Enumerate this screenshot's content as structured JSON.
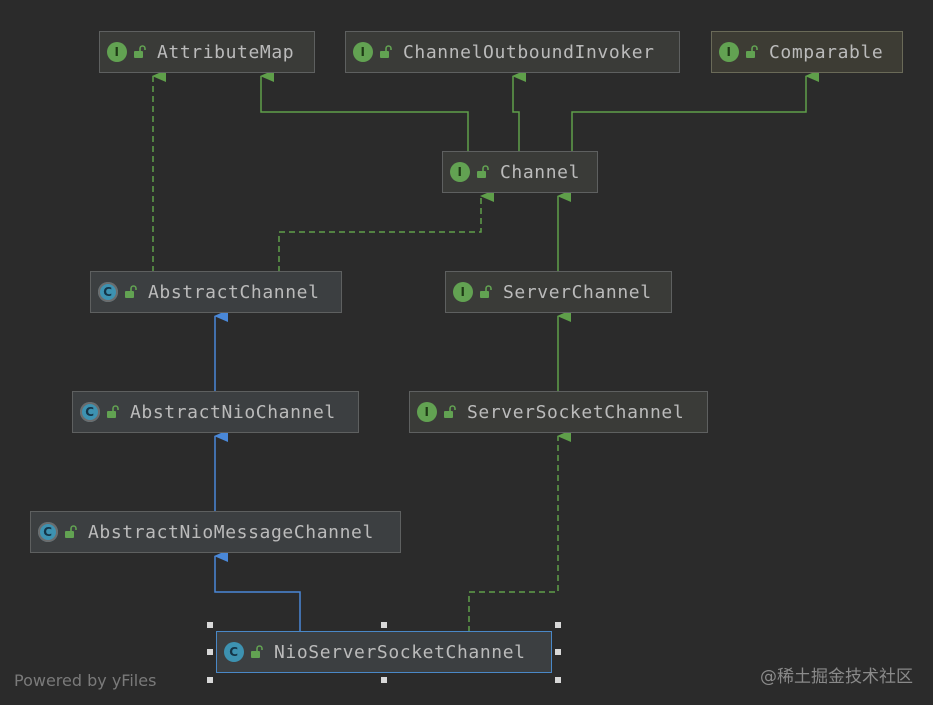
{
  "nodes": {
    "attribute_map": {
      "label": "AttributeMap",
      "kind": "interface"
    },
    "channel_outbound_invoker": {
      "label": "ChannelOutboundInvoker",
      "kind": "interface"
    },
    "comparable": {
      "label": "Comparable",
      "kind": "interface"
    },
    "channel": {
      "label": "Channel",
      "kind": "interface"
    },
    "abstract_channel": {
      "label": "AbstractChannel",
      "kind": "abstract-class"
    },
    "server_channel": {
      "label": "ServerChannel",
      "kind": "interface"
    },
    "abstract_nio_channel": {
      "label": "AbstractNioChannel",
      "kind": "abstract-class"
    },
    "server_socket_channel": {
      "label": "ServerSocketChannel",
      "kind": "interface"
    },
    "abstract_nio_message_channel": {
      "label": "AbstractNioMessageChannel",
      "kind": "abstract-class"
    },
    "nio_server_socket_channel": {
      "label": "NioServerSocketChannel",
      "kind": "class",
      "selected": true
    }
  },
  "icons": {
    "interface_badge": "I",
    "class_badge": "C",
    "visibility": "unlocked-lock-icon"
  },
  "edges": [
    {
      "from": "channel",
      "to": "attribute_map",
      "type": "extends"
    },
    {
      "from": "channel",
      "to": "channel_outbound_invoker",
      "type": "extends"
    },
    {
      "from": "channel",
      "to": "comparable",
      "type": "extends"
    },
    {
      "from": "abstract_channel",
      "to": "attribute_map",
      "type": "implements"
    },
    {
      "from": "abstract_channel",
      "to": "channel",
      "type": "implements"
    },
    {
      "from": "server_channel",
      "to": "channel",
      "type": "extends"
    },
    {
      "from": "abstract_nio_channel",
      "to": "abstract_channel",
      "type": "class-extends"
    },
    {
      "from": "server_socket_channel",
      "to": "server_channel",
      "type": "extends"
    },
    {
      "from": "abstract_nio_message_channel",
      "to": "abstract_nio_channel",
      "type": "class-extends"
    },
    {
      "from": "nio_server_socket_channel",
      "to": "abstract_nio_message_channel",
      "type": "class-extends"
    },
    {
      "from": "nio_server_socket_channel",
      "to": "server_socket_channel",
      "type": "implements"
    }
  ],
  "colors": {
    "background": "#2b2b2b",
    "interface_edge": "#5f9f4a",
    "class_edge": "#4a88d8",
    "selection": "#4a88c7"
  },
  "footer": {
    "powered_by": "Powered by yFiles",
    "watermark": "@稀土掘金技术社区"
  }
}
